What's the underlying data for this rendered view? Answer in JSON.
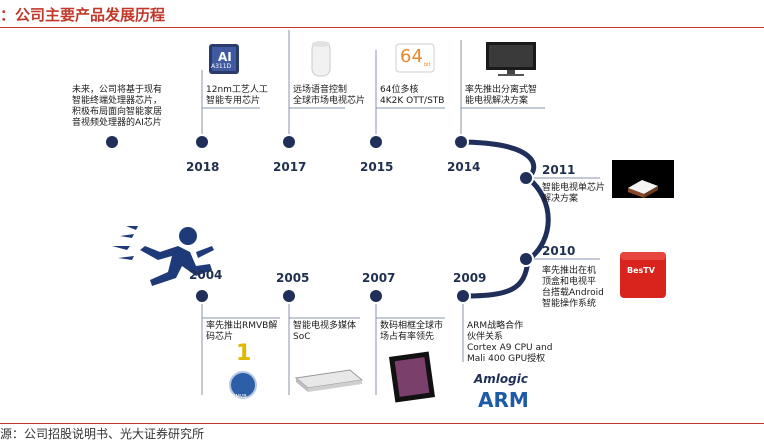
{
  "header": {
    "title": "：公司主要产品发展历程"
  },
  "footer": {
    "source": "源：公司招股说明书、光大证券研究所"
  },
  "milestones": [
    {
      "id": "future",
      "year": "",
      "text": "未来，公司将基于现有\n智能终端处理器芯片，\n积极布局面向智能家居\n音视频处理器的AI芯片"
    },
    {
      "id": "2018",
      "year": "2018",
      "text": "12nm工艺人工\n智能专用芯片"
    },
    {
      "id": "2017",
      "year": "2017",
      "text": "远场语音控制\n全球市场电视芯片"
    },
    {
      "id": "2015",
      "year": "2015",
      "text": "64位多核\n4K2K OTT/STB"
    },
    {
      "id": "2014",
      "year": "2014",
      "text": "率先推出分离式智\n能电视解决方案"
    },
    {
      "id": "2011",
      "year": "2011",
      "text": "智能电视单芯片\n解决方案"
    },
    {
      "id": "2010",
      "year": "2010",
      "text": "率先推出在机\n顶盒和电视平\n台搭载Android\n智能操作系统"
    },
    {
      "id": "2009",
      "year": "2009",
      "text": "ARM战略合作\n伙伴关系\nCortex A9 CPU and\nMali 400 GPU授权"
    },
    {
      "id": "2007",
      "year": "2007",
      "text": "数码相框全球市\n场占有率领先"
    },
    {
      "id": "2005",
      "year": "2005",
      "text": "智能电视多媒体\nSoC"
    },
    {
      "id": "2004",
      "year": "2004",
      "text": "率先推出RMVB解\n码芯片"
    }
  ],
  "logos": {
    "chip_label": "AI",
    "chip_sub": "A311D",
    "badge_64": "64",
    "badge_64_sub": "bit",
    "rmvb_rank": "1",
    "rmvb_text": "RMVB",
    "amlogic": "Amlogic",
    "arm": "ARM",
    "box_brand": "BesTV"
  },
  "colors": {
    "line": "#1f2f5a",
    "line_light": "#8893ad",
    "accent": "#c0392b"
  }
}
